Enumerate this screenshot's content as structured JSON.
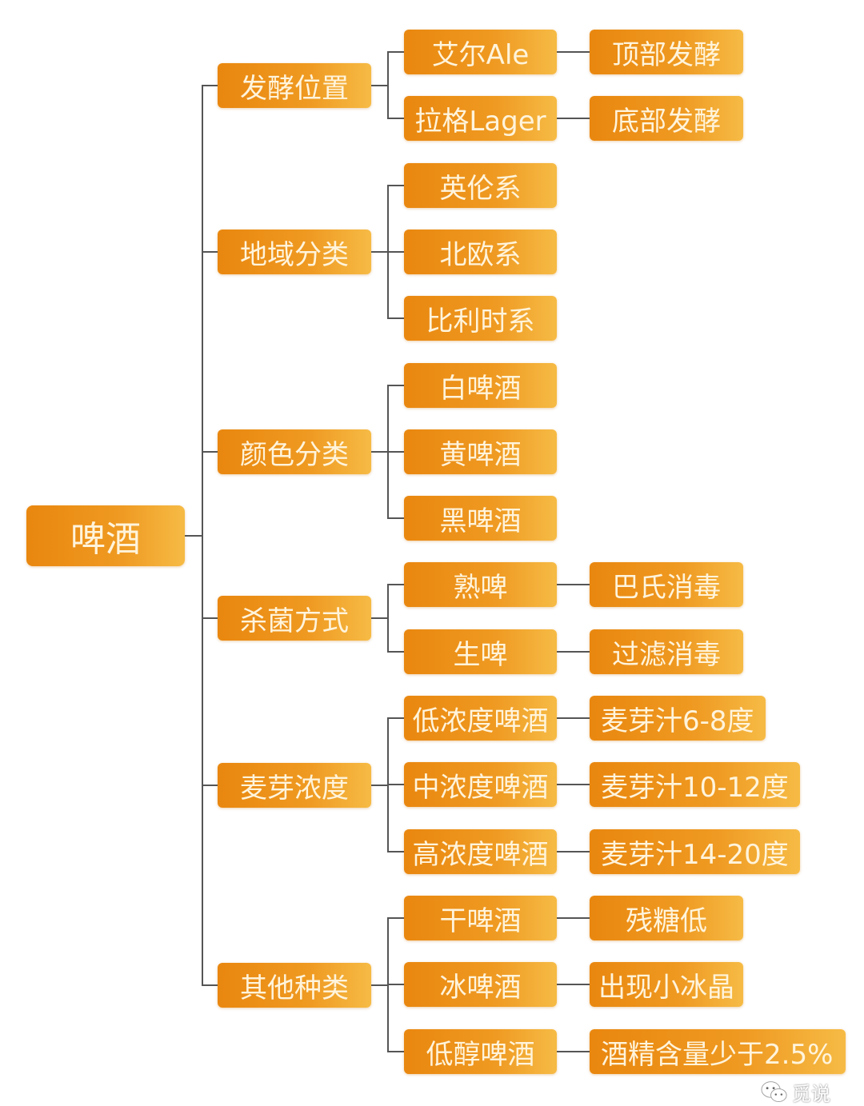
{
  "root": "啤酒",
  "branches": [
    {
      "label": "发酵位置",
      "children": [
        {
          "label": "艾尔Ale",
          "detail": "顶部发酵"
        },
        {
          "label": "拉格Lager",
          "detail": "底部发酵"
        }
      ]
    },
    {
      "label": "地域分类",
      "children": [
        {
          "label": "英伦系"
        },
        {
          "label": "北欧系"
        },
        {
          "label": "比利时系"
        }
      ]
    },
    {
      "label": "颜色分类",
      "children": [
        {
          "label": "白啤酒"
        },
        {
          "label": "黄啤酒"
        },
        {
          "label": "黑啤酒"
        }
      ]
    },
    {
      "label": "杀菌方式",
      "children": [
        {
          "label": "熟啤",
          "detail": "巴氏消毒"
        },
        {
          "label": "生啤",
          "detail": "过滤消毒"
        }
      ]
    },
    {
      "label": "麦芽浓度",
      "children": [
        {
          "label": "低浓度啤酒",
          "detail": "麦芽汁6-8度"
        },
        {
          "label": "中浓度啤酒",
          "detail": "麦芽汁10-12度"
        },
        {
          "label": "高浓度啤酒",
          "detail": "麦芽汁14-20度"
        }
      ]
    },
    {
      "label": "其他种类",
      "children": [
        {
          "label": "干啤酒",
          "detail": "残糖低"
        },
        {
          "label": "冰啤酒",
          "detail": "出现小冰晶"
        },
        {
          "label": "低醇啤酒",
          "detail": "酒精含量少于2.5%"
        }
      ]
    }
  ],
  "watermark": {
    "icon": "wechat-icon",
    "text": "觅说"
  },
  "colors": {
    "box_start": "#e9870f",
    "box_end": "#f6bb45",
    "text": "#fff4dc",
    "line": "#555555"
  }
}
